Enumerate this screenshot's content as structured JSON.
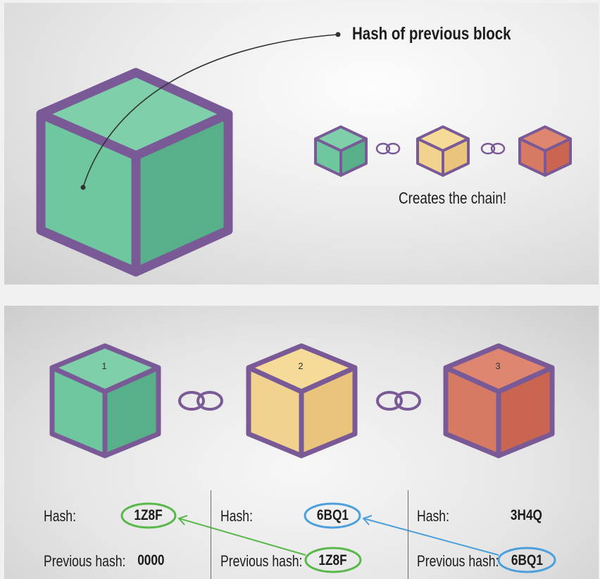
{
  "top_panel": {
    "title": "Hash of previous block",
    "caption": "Creates the chain!"
  },
  "bottom_panel": {
    "blocks": [
      {
        "number": "1",
        "hash_label": "Hash:",
        "hash": "1Z8F",
        "prev_label": "Previous hash:",
        "prev_hash": "0000"
      },
      {
        "number": "2",
        "hash_label": "Hash:",
        "hash": "6BQ1",
        "prev_label": "Previous hash:",
        "prev_hash": "1Z8F"
      },
      {
        "number": "3",
        "hash_label": "Hash:",
        "hash": "3H4Q",
        "prev_label": "Previous hash:",
        "prev_hash": "6BQ1"
      }
    ]
  },
  "colors": {
    "outline": "#7a5a96",
    "green_top": "#7fd0aa",
    "green_left": "#6ec79f",
    "green_right": "#57b08a",
    "yellow_top": "#f6da98",
    "yellow_left": "#f1d28e",
    "yellow_right": "#e9c47a",
    "red_top": "#de8670",
    "red_left": "#d77a64",
    "red_right": "#c96550",
    "green_circle": "#59b84a",
    "blue_circle": "#4a9fdc"
  }
}
